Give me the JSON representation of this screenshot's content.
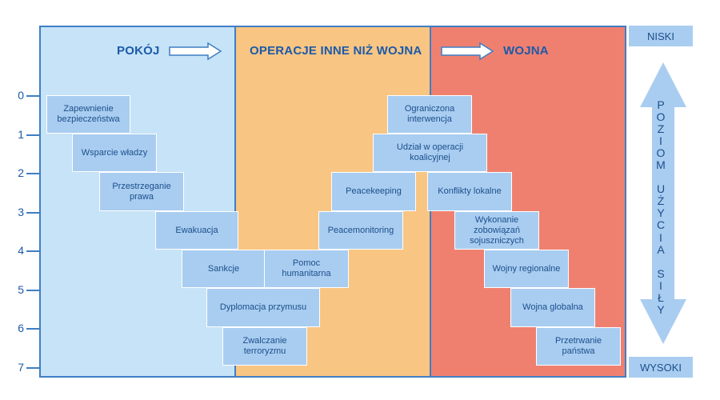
{
  "zones": {
    "peace": {
      "title": "POKÓJ",
      "color": "#c6e3f7"
    },
    "ootw": {
      "title": "OPERACJE INNE NIŻ WOJNA",
      "color": "#f8c583"
    },
    "war": {
      "title": "WOJNA",
      "color": "#ef8070"
    }
  },
  "y_axis": {
    "ticks": [
      "0",
      "1",
      "2",
      "3",
      "4",
      "5",
      "6",
      "7"
    ]
  },
  "boxes": [
    "Zapewnienie bezpieczeństwa",
    "Wsparcie władzy",
    "Przestrzeganie prawa",
    "Ewakuacja",
    "Sankcje",
    "Pomoc humanitarna",
    "Dyplomacja przymusu",
    "Zwalczanie terroryzmu",
    "Ograniczona interwencja",
    "Udział w operacji koalicyjnej",
    "Peacekeeping",
    "Peacemonitoring",
    "Konflikty lokalne",
    "Wykonanie zobowiązań sojuszniczych",
    "Wojny regionalne",
    "Wojna globalna",
    "Przetrwanie państwa"
  ],
  "scale": {
    "top_label": "NISKI",
    "bottom_label": "WYSOKI",
    "vertical_label": "POZIOM UŻYCIA SIŁY"
  },
  "colors": {
    "accent": "#1c5aa8",
    "box": "#a9cdf0",
    "arrow": "#a9cdf0"
  }
}
